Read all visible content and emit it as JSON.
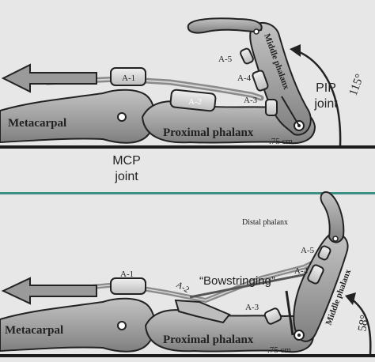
{
  "panels": [
    {
      "id": "top",
      "labels": {
        "metacarpal": "Metacarpal",
        "proximal_phalanx": "Proximal phalanx",
        "middle_phalanx": "Middle phalanx",
        "mcp_line1": "MCP",
        "mcp_line2": "joint",
        "pip_line1": "PIP",
        "pip_line2": "joint",
        "angle": "115°",
        "distance": ".75 cm",
        "a1": "A-1",
        "a2": "A-2",
        "a3": "A-3",
        "a4": "A-4",
        "a5": "A-5"
      }
    },
    {
      "id": "bottom",
      "labels": {
        "metacarpal": "Metacarpal",
        "proximal_phalanx": "Proximal phalanx",
        "middle_phalanx": "Middle phalanx",
        "distal_phalanx": "Distal phalanx",
        "bowstringing": "“Bowstringing”",
        "angle": "58°",
        "distance": ".75 cm",
        "a1": "A-1",
        "a2": "A-2",
        "a3": "A-3",
        "a4": "A-4",
        "a5": "A-5"
      }
    }
  ],
  "colors": {
    "background": "#e7e7e7",
    "bone": "#a9a9a9",
    "bone_dark": "#7d7d7d",
    "outline": "#2a2a2a",
    "pulley": "#d9d9d9",
    "separator": "#3d8f86"
  }
}
